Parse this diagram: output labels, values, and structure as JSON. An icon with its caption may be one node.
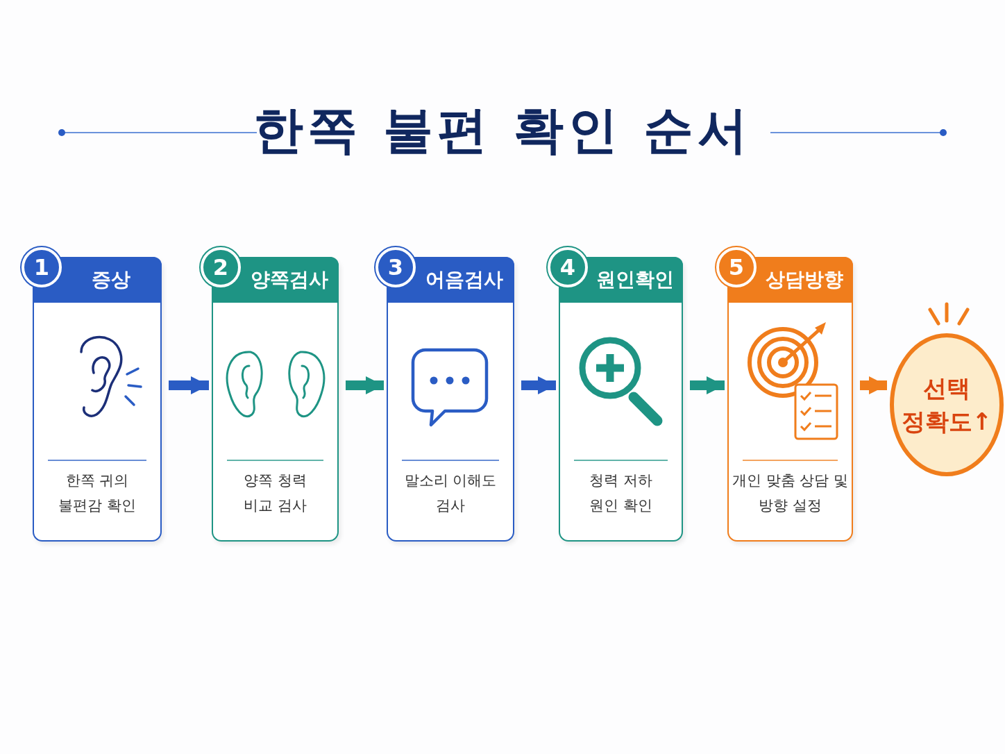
{
  "diagram": {
    "title": "한쪽 불편 확인 순서",
    "nodes": [
      {
        "text": [
          "1",
          "증상",
          "한쪽 귀의 불편감 확인"
        ]
      },
      {
        "text": [
          "2",
          "양쪽검사",
          "양쪽 청력 비교 검사"
        ]
      },
      {
        "text": [
          "3",
          "어음검사",
          "말소리 이해도 검사"
        ]
      },
      {
        "text": [
          "4",
          "원인확인",
          "청력 저하 원인 확인"
        ]
      },
      {
        "text": [
          "5",
          "상담방향",
          "개인 맞춤 상담 및 방향 설정"
        ]
      },
      {
        "text": [
          "선택 정확도↑"
        ]
      }
    ],
    "edges": [
      {
        "from": 0,
        "to": 1,
        "arrow": "to",
        "color": "#2a5cc4"
      },
      {
        "from": 1,
        "to": 2,
        "arrow": "to",
        "color": "#1e9484"
      },
      {
        "from": 2,
        "to": 3,
        "arrow": "to",
        "color": "#2a5cc4"
      },
      {
        "from": 3,
        "to": 4,
        "arrow": "to",
        "color": "#1e9484"
      },
      {
        "from": 4,
        "to": 5,
        "arrow": "to",
        "color": "#f07d1c"
      }
    ]
  }
}
